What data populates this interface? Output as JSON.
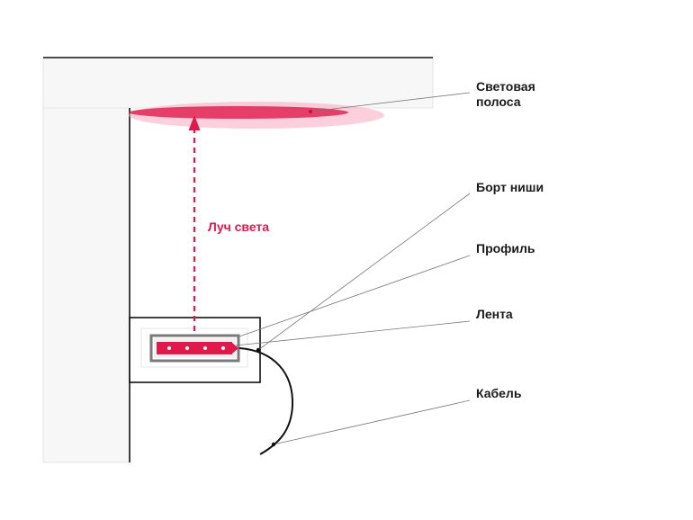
{
  "labels": {
    "light_strip_line1": "Световая",
    "light_strip_line2": "полоса",
    "niche_edge": "Борт ниши",
    "profile": "Профиль",
    "tape": "Лента",
    "cable": "Кабель",
    "beam": "Луч света"
  },
  "colors": {
    "accent": "#e0194b",
    "glow": "#f7a8c0",
    "wall_fill": "#f7f7f7",
    "line": "#111111",
    "leader": "#777777",
    "profile_gray": "#7a7a7a"
  },
  "tape_leds": 4
}
